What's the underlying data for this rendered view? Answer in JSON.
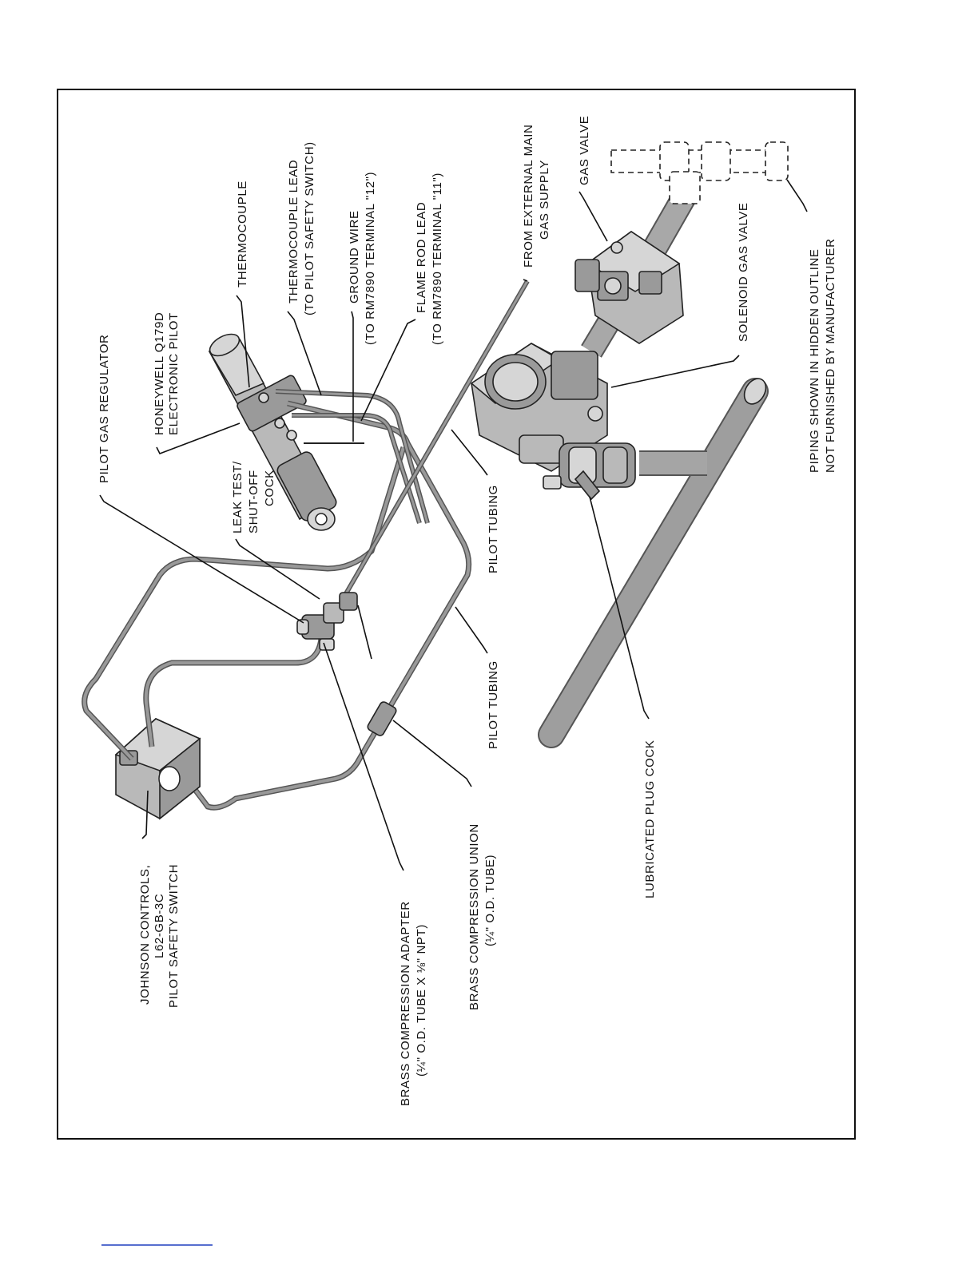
{
  "labels": {
    "pilot_gas_regulator": "PILOT GAS REGULATOR",
    "honeywell_line1": "HONEYWELL Q179D",
    "honeywell_line2": "ELECTRONIC PILOT",
    "thermocouple": "THERMOCOUPLE",
    "thermocouple_lead_line1": "THERMOCOUPLE LEAD",
    "thermocouple_lead_line2": "(TO PILOT SAFETY SWITCH)",
    "ground_wire_line1": "GROUND WIRE",
    "ground_wire_line2": "(TO RM7890 TERMINAL  \"12\")",
    "flame_rod_line1": "FLAME ROD LEAD",
    "flame_rod_line2": "(TO RM7890 TERMINAL  \"11\")",
    "external_supply_line1": "FROM EXTERNAL MAIN",
    "external_supply_line2": "GAS SUPPLY",
    "gas_valve": "GAS VALVE",
    "solenoid_gas_valve": "SOLENOID GAS VALVE",
    "piping_note_line1": "PIPING SHOWN IN HIDDEN OUTLINE",
    "piping_note_line2": "NOT FURNISHED BY MANUFACTURER",
    "leak_test_line1": "LEAK TEST/",
    "leak_test_line2": "SHUT-OFF",
    "leak_test_line3": "COCK",
    "pilot_tubing_upper": "PILOT TUBING",
    "pilot_tubing_lower": "PILOT TUBING",
    "lubricated_plug_cock": "LUBRICATED PLUG COCK",
    "brass_union_line1": "BRASS COMPRESSION UNION",
    "brass_union_line2": "(¼\" O.D. TUBE)",
    "brass_adapter_line1": "BRASS COMPRESSION ADAPTER",
    "brass_adapter_line2": "(¼\" O.D. TUBE X ⅛\" NPT)",
    "johnson_line1": "JOHNSON CONTROLS,",
    "johnson_line2": "L62-GB-3C",
    "johnson_line3": "PILOT SAFETY SWITCH"
  },
  "colors": {
    "line": "#111111",
    "pipe_gray": "#8f8f8f",
    "component_gray": "#b9b9b9",
    "footer_rule": "#1f3fbf"
  }
}
